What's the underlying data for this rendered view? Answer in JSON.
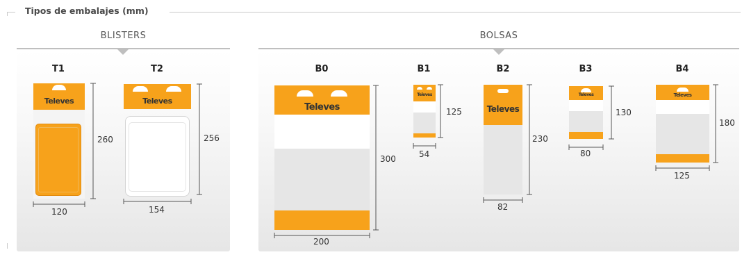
{
  "header": {
    "title": "Tipos de embalajes (mm)"
  },
  "sections": {
    "blisters": "BLISTERS",
    "bolsas": "BOLSAS"
  },
  "brand": {
    "logo_text": "Televes"
  },
  "colors": {
    "orange": "#f7a21b",
    "light_gray": "#e6e6e6",
    "rule_gray": "#bfbfbf"
  },
  "packages": {
    "t1": {
      "code": "T1",
      "height": "260",
      "width": "120"
    },
    "t2": {
      "code": "T2",
      "height": "256",
      "width": "154"
    },
    "b0": {
      "code": "B0",
      "height": "300",
      "width": "200"
    },
    "b1": {
      "code": "B1",
      "height": "125",
      "width": "54"
    },
    "b2": {
      "code": "B2",
      "height": "230",
      "width": "82"
    },
    "b3": {
      "code": "B3",
      "height": "130",
      "width": "80"
    },
    "b4": {
      "code": "B4",
      "height": "180",
      "width": "125"
    }
  }
}
